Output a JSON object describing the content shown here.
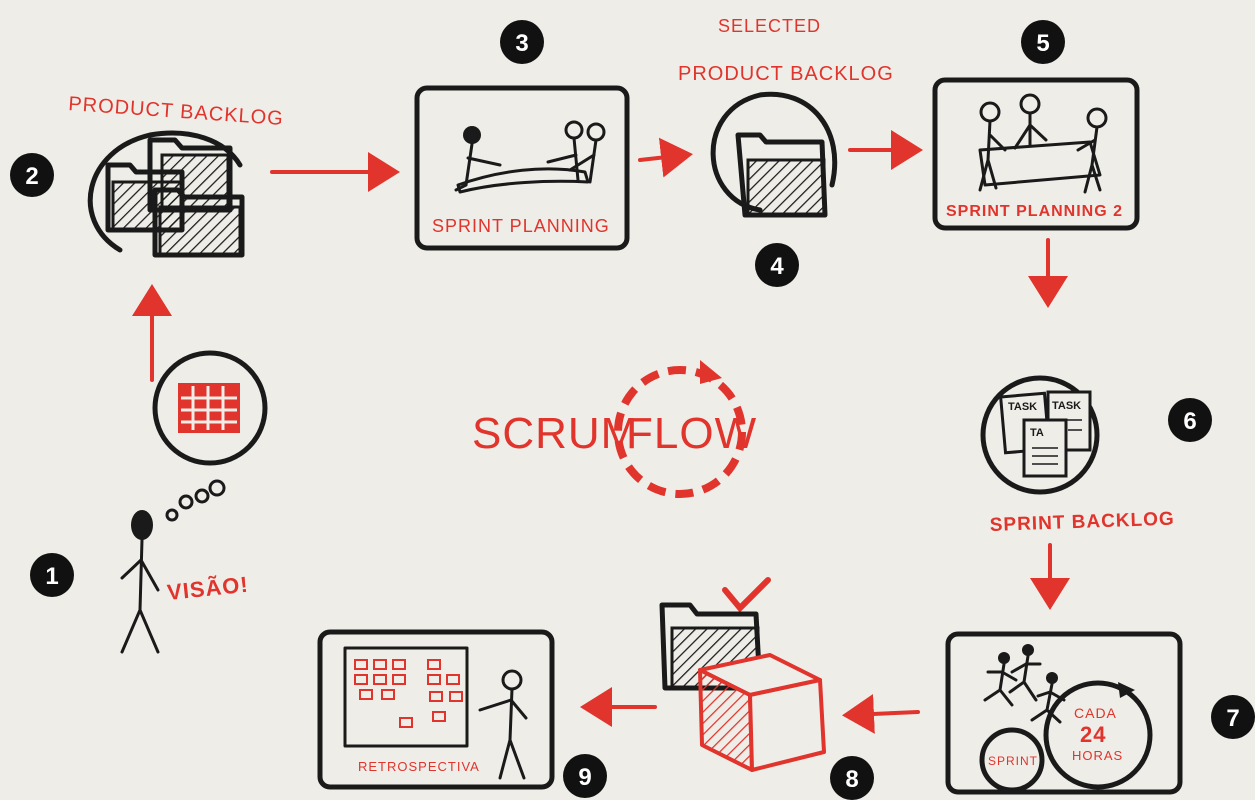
{
  "title": {
    "part1": "SCRUM",
    "part2": "FLOW"
  },
  "badges": [
    "1",
    "2",
    "3",
    "4",
    "5",
    "6",
    "7",
    "8",
    "9"
  ],
  "labels": {
    "vision": "VISÃO!",
    "product_backlog": "PRODUCT BACKLOG",
    "sprint_planning": "SPRINT PLANNING",
    "selected_line1": "SELECTED",
    "selected_line2": "PRODUCT BACKLOG",
    "sprint_planning_2": "SPRINT PLANNING 2",
    "sprint_backlog": "SPRINT BACKLOG",
    "task_a": "TASK",
    "task_b": "TASK",
    "task_c": "TA",
    "cada": "CADA",
    "hours_num": "24",
    "horas": "HORAS",
    "sprint": "SPRINT",
    "retrospectiva": "RETROSPECTIVA"
  },
  "colors": {
    "accent": "#e0342c",
    "ink": "#1a1a1a",
    "background": "#efede8"
  }
}
